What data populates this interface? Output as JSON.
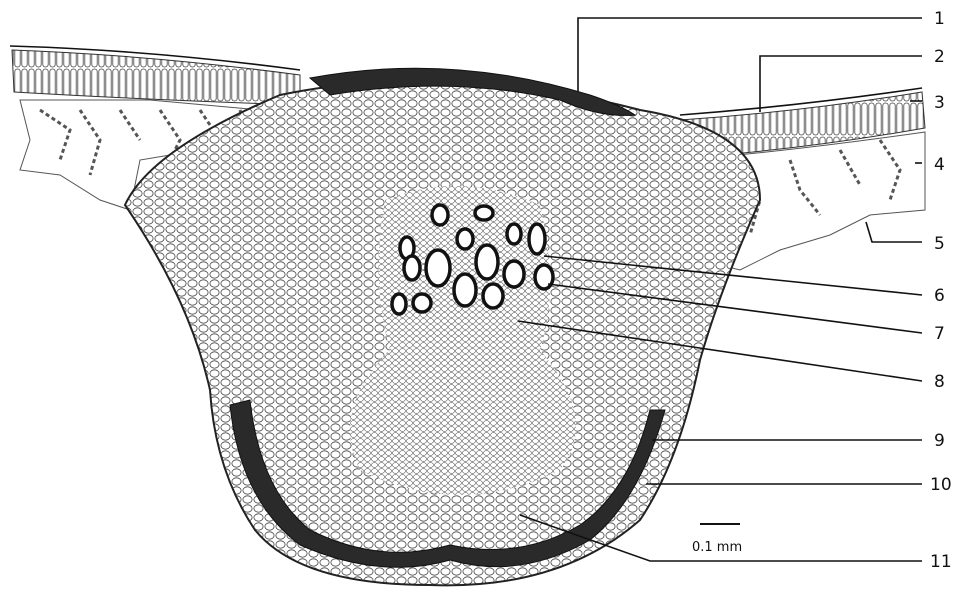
{
  "labels": [
    "1",
    "2",
    "3",
    "4",
    "5",
    "6",
    "7",
    "8",
    "9",
    "10",
    "11"
  ],
  "scale_bar": {
    "text": "0.1 mm"
  },
  "colors": {
    "ink": "#1a1a1a",
    "cell_fill": "#ffffff",
    "dark_tissue": "#2a2a2a"
  }
}
